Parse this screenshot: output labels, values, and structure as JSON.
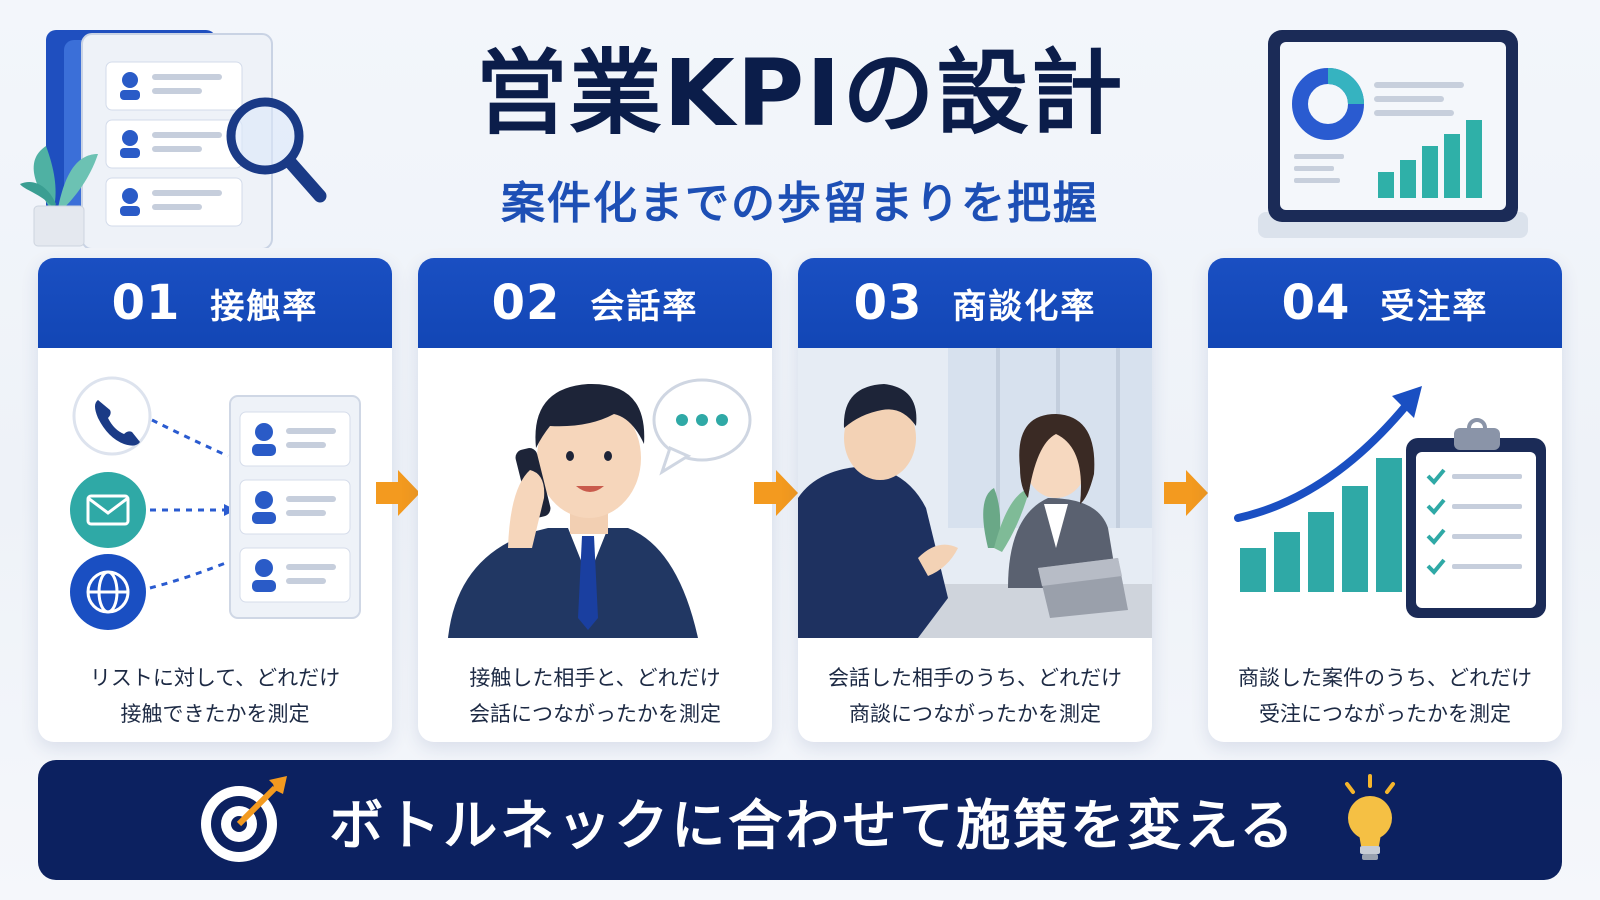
{
  "header": {
    "title": "営業KPIの設計",
    "subtitle": "案件化までの歩留まりを把握"
  },
  "steps": [
    {
      "number": "01",
      "name": "接触率",
      "desc_line1": "リストに対して、どれだけ",
      "desc_line2": "接触できたかを測定"
    },
    {
      "number": "02",
      "name": "会話率",
      "desc_line1": "接触した相手と、どれだけ",
      "desc_line2": "会話につながったかを測定"
    },
    {
      "number": "03",
      "name": "商談化率",
      "desc_line1": "会話した相手のうち、どれだけ",
      "desc_line2": "商談につながったかを測定"
    },
    {
      "number": "04",
      "name": "受注率",
      "desc_line1": "商談した案件のうち、どれだけ",
      "desc_line2": "受注につながったかを測定"
    }
  ],
  "banner": {
    "text": "ボトルネックに合わせて施策を変える"
  },
  "colors": {
    "navy": "#0c2160",
    "accent_blue": "#1a4fc2",
    "arrow_orange": "#f39a1f",
    "teal": "#2fa9a6"
  },
  "icons": [
    "phone-icon",
    "mail-icon",
    "globe-icon",
    "user-list-icon",
    "magnifier-icon",
    "speech-bubble-icon",
    "growth-arrow-icon",
    "clipboard-check-icon",
    "target-icon",
    "lightbulb-icon"
  ]
}
